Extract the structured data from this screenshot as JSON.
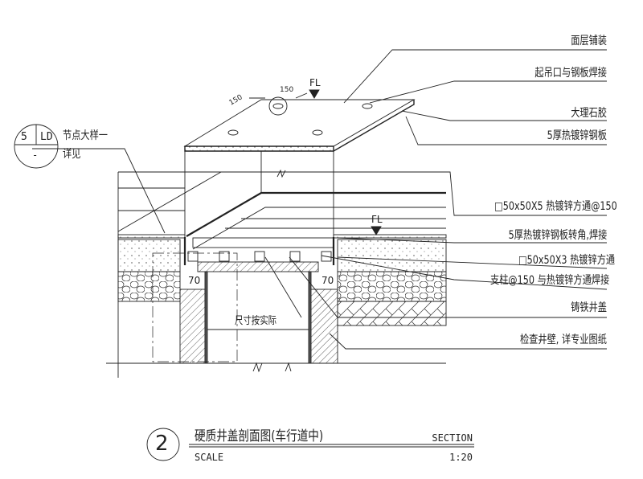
{
  "labels": {
    "surface_paving": "面层铺装",
    "lifting_hole": "起吊口与钢板焊接",
    "marble_glue": "大理石胶",
    "steel_plate": "5厚热镀锌钢板",
    "square_tube_150": "□50x50X5 热镀锌方通@150",
    "plate_corner": "5厚热镀锌钢板转角,焊接",
    "square_tube_3": "□50x50X3 热镀锌方通",
    "post": "支柱@150 与热镀锌方通焊接",
    "cast_iron_cover": "铸铁井盖",
    "well_wall": "检查井壁, 详专业图纸"
  },
  "detail_ref": {
    "number": "5",
    "sheet": "LD",
    "sub": "-",
    "note_line1": "节点大样一",
    "note_line2": "详见"
  },
  "dimensions": {
    "dim_a": "150",
    "dim_b": "150",
    "fl_top": "FL",
    "fl_side": "FL",
    "left_70": "70",
    "right_70": "70",
    "actual_size": "尺寸按实际"
  },
  "title_block": {
    "number": "2",
    "title": "硬质井盖剖面图(车行道中)",
    "section": "SECTION",
    "scale_label": "SCALE",
    "scale": "1:20"
  }
}
